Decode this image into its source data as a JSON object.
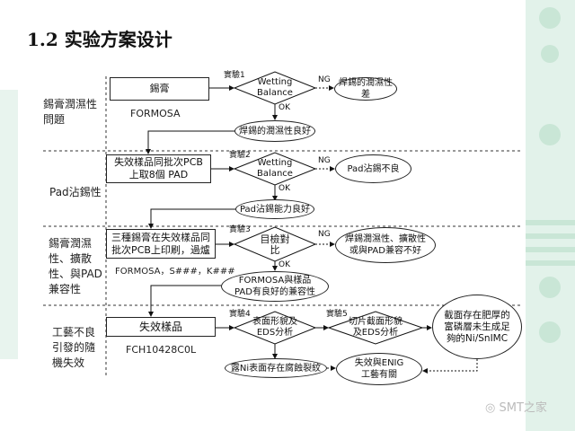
{
  "title": "1.2 实验方案设计",
  "lanes": [
    "錫膏潤濕性問題",
    "Pad沾錫性",
    "錫膏潤濕性、擴散性、與PAD兼容性",
    "工藝不良引發的隨機失效"
  ],
  "row1": {
    "box": "錫膏",
    "sub": "FORMOSA",
    "exp": "實驗1",
    "decision": "Wetting Balance",
    "ng": "NG",
    "ok": "OK",
    "ng_result": "焊錫的潤濕性差",
    "ok_result": "焊錫的潤濕性良好"
  },
  "row2": {
    "box": "失效樣品同批次PCB 上取8個 PAD",
    "exp": "實驗2",
    "decision": "Wetting Balance",
    "ng": "NG",
    "ok": "OK",
    "ng_result": "Pad沾錫不良",
    "ok_result": "Pad沾錫能力良好"
  },
  "row3": {
    "box": "三種錫膏在失效樣品同批次PCB上印刷，過爐",
    "sub": "FORMOSA，S###，K###",
    "exp": "實驗3",
    "decision": "目檢對比",
    "ng": "NG",
    "ok": "OK",
    "ng_result": "焊錫潤濕性、擴散性或與PAD兼容不好",
    "ok_result": "FORMOSA與樣品PAD有良好的兼容性"
  },
  "row4": {
    "box": "失效樣品",
    "sub": "FCH10428C0L",
    "exp4": "實驗4",
    "decision4": "表面形貌及EDS分析",
    "exp5": "實驗5",
    "decision5": "切片截面形貌及EDS分析",
    "finding": "截面存在肥厚的富磷層未生成足夠的Ni/SnIMC",
    "result4": "露Ni表面存在腐蝕裂紋",
    "conclusion": "失效與ENIG工藝有關"
  },
  "watermark": "SMT之家",
  "colors": {
    "decor": "#d6ede2"
  }
}
